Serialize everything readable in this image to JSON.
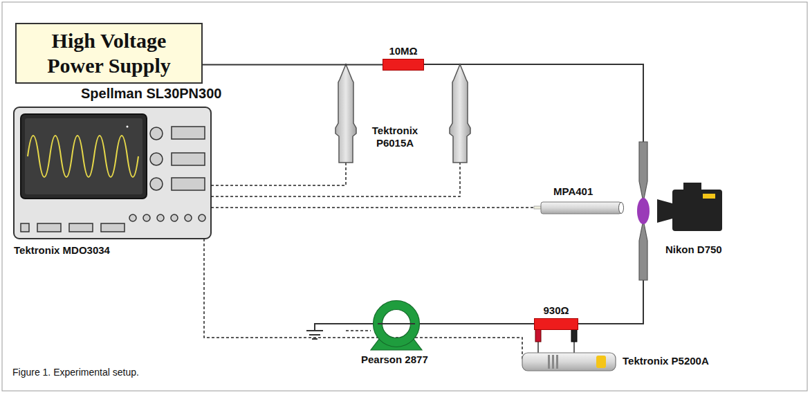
{
  "diagram": {
    "caption": "Figure 1. Experimental setup.",
    "nodes": [
      {
        "text": [
          "High Voltage Power Supply"
        ]
      },
      {
        "text": [
          "10MΩ"
        ]
      },
      {
        "text": [
          "930Ω"
        ]
      },
      {
        "text": [
          "Tektronix MDO3034"
        ]
      }
    ],
    "edges": [
      {
        "from": 0,
        "to": 1,
        "arrow": "none"
      }
    ],
    "labels": [
      "Spellman SL30PN300",
      "Tektronix P6015A",
      "MPA401",
      "Nikon D750",
      "Pearson 2877",
      "Tektronix P5200A"
    ]
  }
}
